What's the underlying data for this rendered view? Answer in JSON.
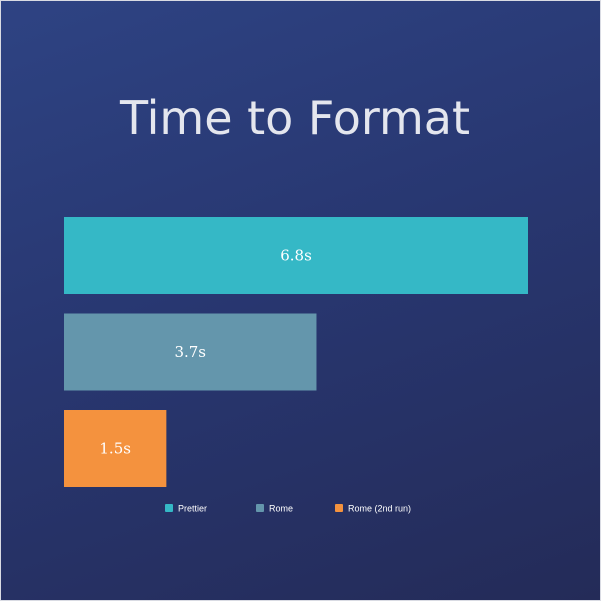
{
  "chart_data": {
    "type": "bar",
    "orientation": "horizontal",
    "title": "Time to Format",
    "unit": "s",
    "categories": [
      "Prettier",
      "Rome",
      "Rome (2nd run)"
    ],
    "values": [
      6.8,
      3.7,
      1.5
    ],
    "data_labels": [
      "6.8s",
      "3.7s",
      "1.5s"
    ],
    "colors": [
      "#35b8c6",
      "#6496ac",
      "#f4923e"
    ],
    "xlim": [
      0,
      6.8
    ],
    "grid": false,
    "axes_visible": false,
    "legend": {
      "position": "bottom",
      "entries": [
        "Prettier",
        "Rome",
        "Rome (2nd run)"
      ]
    }
  },
  "colors": {
    "background_top": "#2e4383",
    "background_bottom": "#242b58",
    "title_text": "#e4e6ee",
    "label_text": "#ffffff"
  }
}
